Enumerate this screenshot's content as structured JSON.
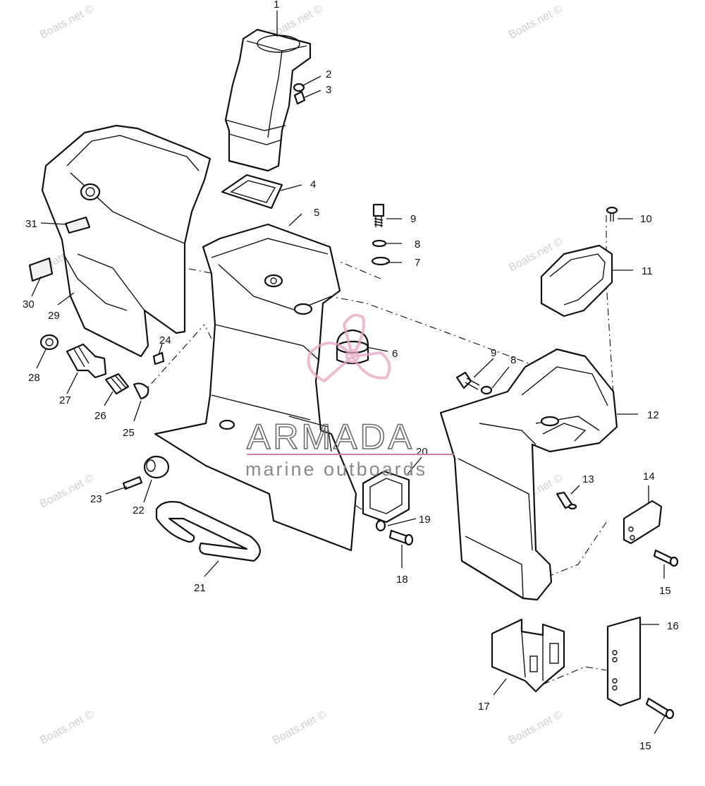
{
  "diagram": {
    "callouts": [
      "1",
      "2",
      "3",
      "4",
      "5",
      "6",
      "7",
      "8",
      "9",
      "10",
      "11",
      "12",
      "13",
      "14",
      "15",
      "16",
      "17",
      "18",
      "19",
      "20",
      "21",
      "22",
      "23",
      "24",
      "25",
      "26",
      "27",
      "28",
      "29",
      "30",
      "31"
    ],
    "callout_repeats": {
      "nine_b": "9",
      "eight_b": "8",
      "fifteen_b": "15"
    },
    "watermark_text": "Boats.net ©",
    "logo": {
      "title": "ARMADA",
      "subtitle": "marine outboards"
    },
    "colors": {
      "line": "#111111",
      "watermark": "#d0d0d0",
      "logo_pink": "#e9a6c4",
      "logo_grey": "#6a6a6a"
    }
  }
}
